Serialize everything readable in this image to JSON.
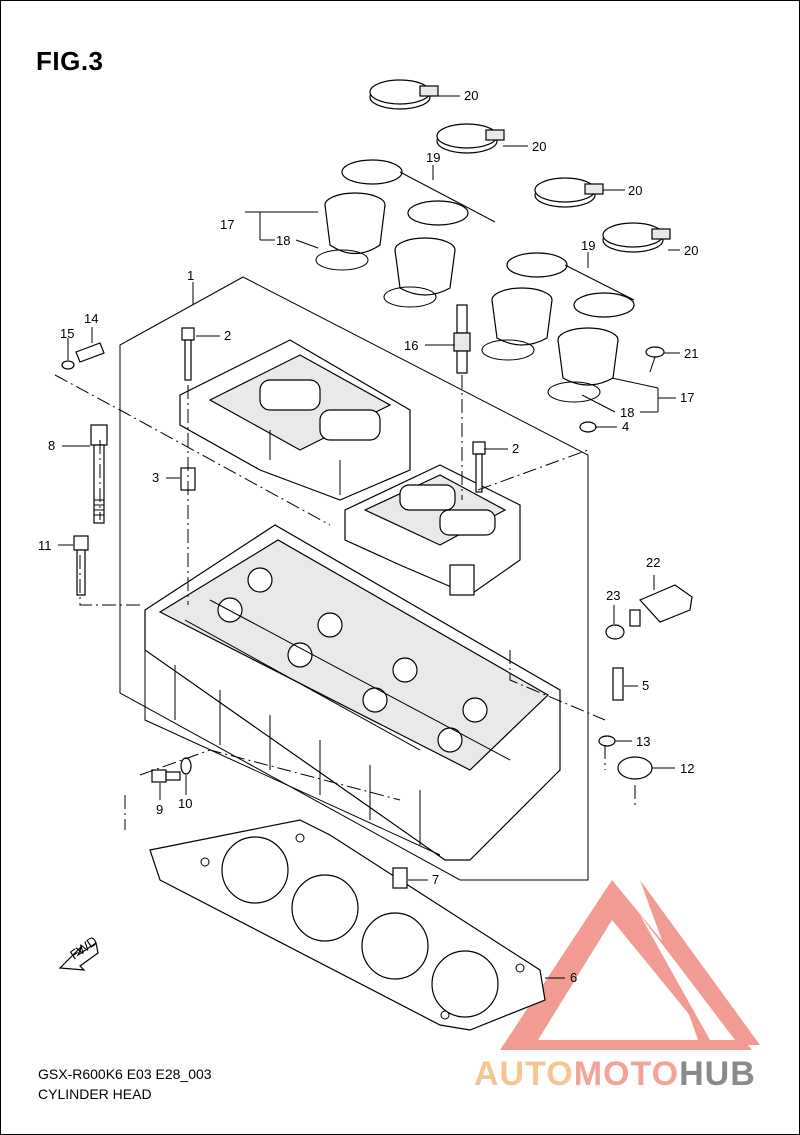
{
  "figure": {
    "title": "FIG.3",
    "model_code": "GSX-R600K6 E03 E28_003",
    "caption": "CYLINDER HEAD",
    "fwd_label": "FWD"
  },
  "callouts": {
    "c1": "1",
    "c2a": "2",
    "c2b": "2",
    "c3": "3",
    "c4": "4",
    "c5": "5",
    "c6": "6",
    "c7": "7",
    "c8": "8",
    "c9": "9",
    "c10": "10",
    "c11": "11",
    "c12": "12",
    "c13": "13",
    "c14": "14",
    "c15": "15",
    "c16": "16",
    "c17a": "17",
    "c17b": "17",
    "c18a": "18",
    "c18b": "18",
    "c19a": "19",
    "c19b": "19",
    "c20a": "20",
    "c20b": "20",
    "c20c": "20",
    "c20d": "20",
    "c21": "21",
    "c22": "22",
    "c23": "23"
  },
  "watermark": {
    "text_part1": "AUTO",
    "text_part2": "MOTO",
    "text_part3": "HUB",
    "color_logo": "#f08a80",
    "color_auto": "#f7c690",
    "color_moto": "#f4a29a",
    "color_hub": "#8a8a8a"
  }
}
